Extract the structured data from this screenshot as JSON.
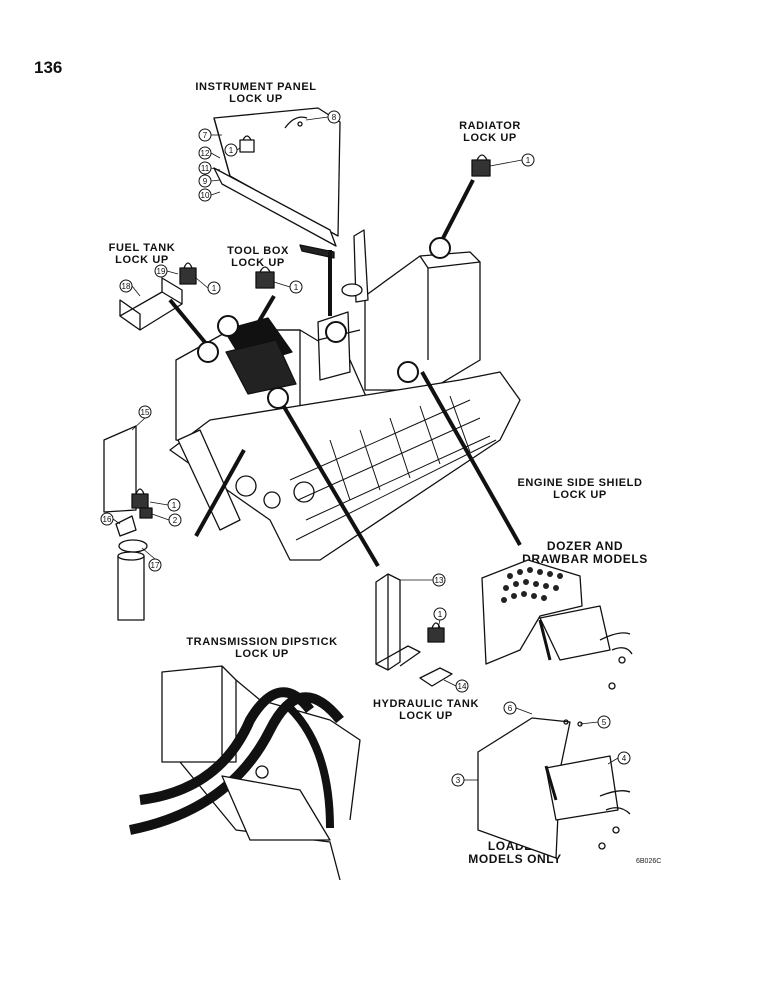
{
  "page_number": "136",
  "drawing_code": "6B026C",
  "labels": {
    "instrument_panel": [
      "INSTRUMENT PANEL",
      "LOCK UP"
    ],
    "radiator": [
      "RADIATOR",
      "LOCK UP"
    ],
    "fuel_tank": [
      "FUEL TANK",
      "LOCK UP"
    ],
    "tool_box": [
      "TOOL BOX",
      "LOCK UP"
    ],
    "engine_side_shield": [
      "ENGINE SIDE SHIELD",
      "LOCK UP"
    ],
    "dozer_drawbar": [
      "DOZER AND",
      "DRAWBAR MODELS"
    ],
    "transmission_dipstick": [
      "TRANSMISSION DIPSTICK",
      "LOCK UP"
    ],
    "hydraulic_tank": [
      "HYDRAULIC TANK",
      "LOCK UP"
    ],
    "loader": [
      "LOADER",
      "MODELS ONLY"
    ]
  },
  "callouts": [
    "1",
    "2",
    "3",
    "4",
    "5",
    "6",
    "7",
    "8",
    "9",
    "10",
    "11",
    "12",
    "13",
    "14",
    "15",
    "16",
    "17",
    "18",
    "19"
  ]
}
